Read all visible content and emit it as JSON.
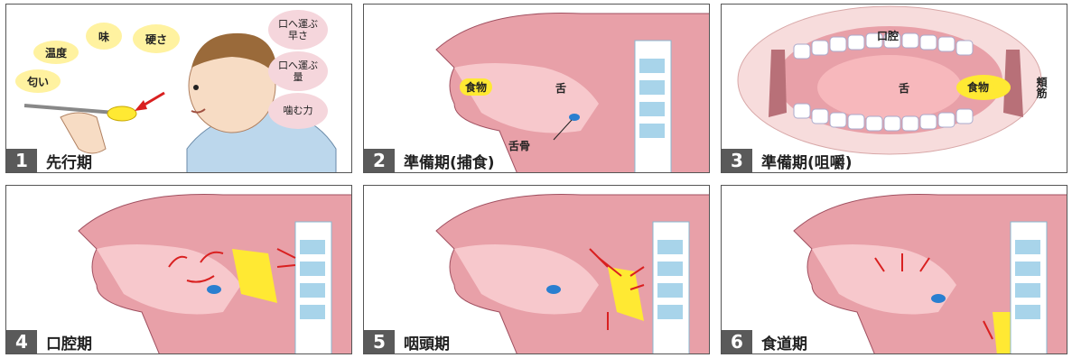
{
  "panels": [
    {
      "num": "1",
      "title": "先行期"
    },
    {
      "num": "2",
      "title": "準備期(捕食)"
    },
    {
      "num": "3",
      "title": "準備期(咀嚼)"
    },
    {
      "num": "4",
      "title": "口腔期"
    },
    {
      "num": "5",
      "title": "咽頭期"
    },
    {
      "num": "6",
      "title": "食道期"
    }
  ],
  "p1": {
    "bubbles": [
      "匂い",
      "温度",
      "味",
      "硬さ"
    ],
    "pink": [
      "口へ運ぶ早さ",
      "口へ運ぶ量",
      "噛む力"
    ]
  },
  "p2": {
    "food": "食物",
    "tongue": "舌",
    "hyoid": "舌骨"
  },
  "p3": {
    "mouth": "口腔",
    "tongue": "舌",
    "food": "食物",
    "cheek": "頬筋"
  },
  "colors": {
    "food": "#ffe933",
    "tissue": "#e8a0a8",
    "skin": "#f7dcc4",
    "bone": "#a8d4ea",
    "frame": "#555555"
  }
}
